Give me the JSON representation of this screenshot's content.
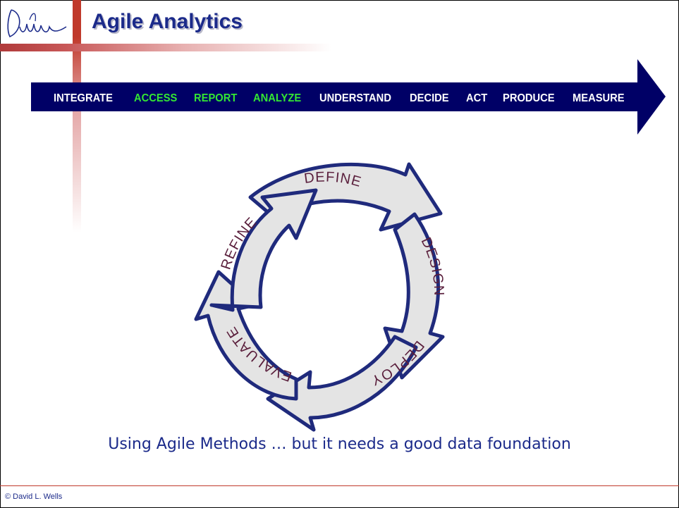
{
  "slide": {
    "title": "Agile Analytics"
  },
  "process_arrow": {
    "fill": "#000066",
    "highlight_color": "#33e633",
    "steps": [
      {
        "label": "INTEGRATE",
        "highlighted": false
      },
      {
        "label": "ACCESS",
        "highlighted": true
      },
      {
        "label": "REPORT",
        "highlighted": true
      },
      {
        "label": "ANALYZE",
        "highlighted": true
      },
      {
        "label": "UNDERSTAND",
        "highlighted": false
      },
      {
        "label": "DECIDE",
        "highlighted": false
      },
      {
        "label": "ACT",
        "highlighted": false
      },
      {
        "label": "PRODUCE",
        "highlighted": false
      },
      {
        "label": "MEASURE",
        "highlighted": false
      }
    ]
  },
  "cycle": {
    "stages": [
      "DEFINE",
      "DESIGN",
      "DEPLOY",
      "EVALUATE",
      "REFINE"
    ],
    "fill": "#e4e4e4",
    "outline": "#1f2a7c",
    "text_color": "#5a1f3c"
  },
  "caption": "Using Agile Methods … but it needs a good data foundation",
  "footer": "© David L. Wells",
  "logo_icon": "signature-logo"
}
